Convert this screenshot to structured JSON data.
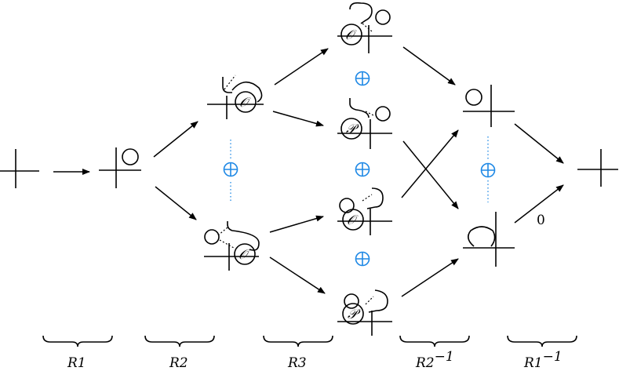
{
  "colors": {
    "accent": "#1e88e5",
    "ink": "#000000"
  },
  "moves": [
    {
      "label": "R1",
      "exp": ""
    },
    {
      "label": "R2",
      "exp": ""
    },
    {
      "label": "R3",
      "exp": ""
    },
    {
      "label": "R2",
      "exp": "−1"
    },
    {
      "label": "R1",
      "exp": "−1"
    }
  ],
  "letters": {
    "col2_top": "𝒪",
    "col2_bottom": "𝒪",
    "col3_a": "𝒪",
    "col3_b": "𝒫",
    "col3_c": "𝒪",
    "col3_d": "𝒫"
  },
  "arrow_labels": {
    "final_lower": "0"
  }
}
